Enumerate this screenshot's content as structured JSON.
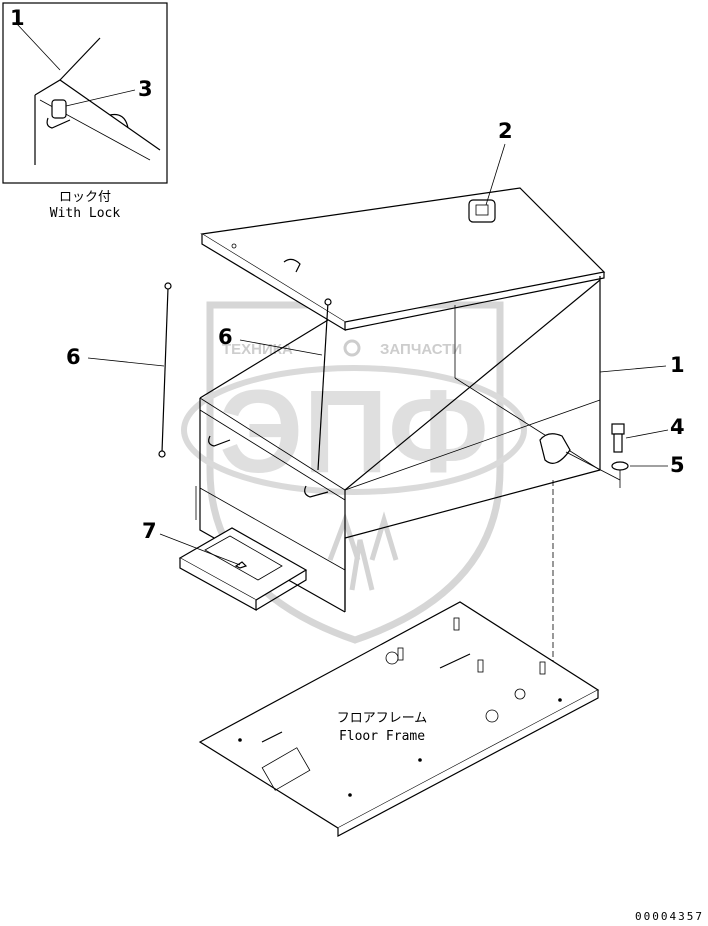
{
  "inset": {
    "caption_jp": "ロック付",
    "caption_en": "With Lock"
  },
  "labels": {
    "frame_jp": "フロアフレーム",
    "frame_en": "Floor Frame"
  },
  "callouts": {
    "c1_inset": "1",
    "c3": "3",
    "c2": "2",
    "c1_main": "1",
    "c4": "4",
    "c5": "5",
    "c6_left": "6",
    "c6_inner": "6",
    "c7": "7"
  },
  "watermark": {
    "left_text": "ТЕХНИКА",
    "right_text": "ЗАПЧАСТИ",
    "big_text": "ЭПФ"
  },
  "drawing_code": "00004357"
}
